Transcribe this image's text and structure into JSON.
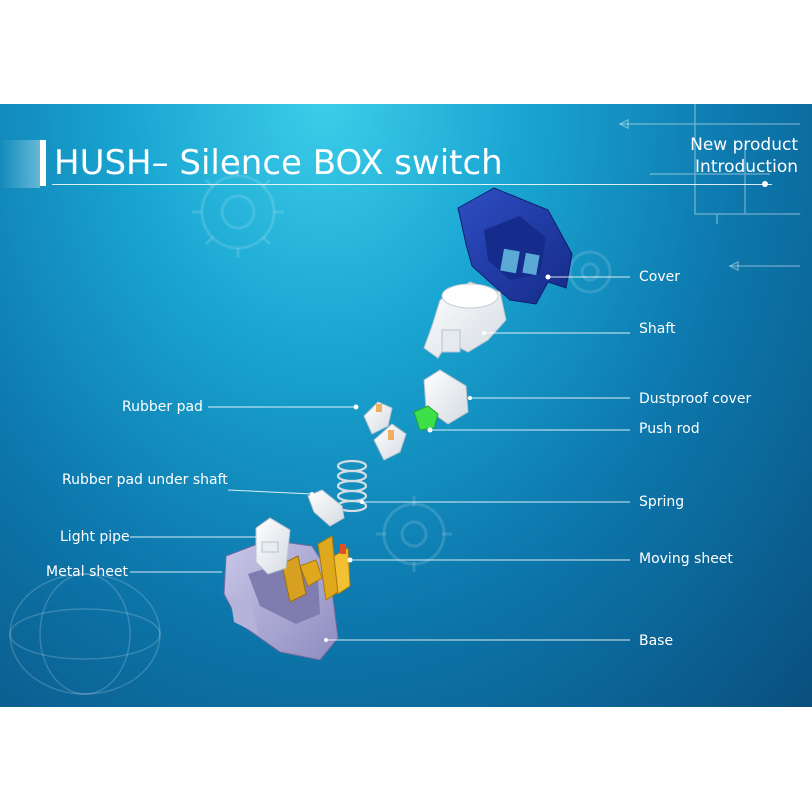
{
  "header": {
    "title": "HUSH– Silence BOX switch",
    "corner_line1": "New product",
    "corner_line2": "Introduction"
  },
  "labels": {
    "cover": "Cover",
    "shaft": "Shaft",
    "dustproof_cover": "Dustproof cover",
    "push_rod": "Push rod",
    "spring": "Spring",
    "moving_sheet": "Moving sheet",
    "base": "Base",
    "rubber_pad": "Rubber pad",
    "rubber_pad_under_shaft": "Rubber pad under shaft",
    "light_pipe": "Light pipe",
    "metal_sheet": "Metal sheet"
  },
  "colors": {
    "cover": "#1f3aa6",
    "base": "#a9a8cf",
    "push_rod": "#3ee04a",
    "contact": "#e0a81c"
  }
}
